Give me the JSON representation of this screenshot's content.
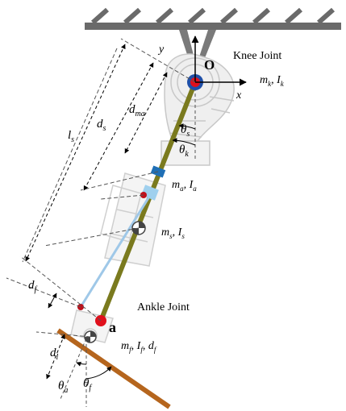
{
  "labels": {
    "origin": "O",
    "knee_joint": "Knee Joint",
    "ankle_joint": "Ankle Joint",
    "point_a": "a",
    "axis_x": "x",
    "axis_y": "y",
    "knee_mass": "m",
    "knee_mass_sub": "k",
    "knee_inertia": "I",
    "knee_inertia_sub": "k",
    "actuator_mass": "m",
    "actuator_mass_sub": "a",
    "actuator_inertia": "I",
    "actuator_inertia_sub": "a",
    "shank_mass": "m",
    "shank_mass_sub": "s",
    "shank_inertia": "I",
    "shank_inertia_sub": "s",
    "foot_mass": "m",
    "foot_mass_sub": "f",
    "foot_inertia": "I",
    "foot_inertia_sub": "f",
    "foot_d": "d",
    "foot_d_sub": "f",
    "sep": ", ",
    "dim_ls": "l",
    "dim_ls_sub": "s",
    "dim_ds": "d",
    "dim_ds_sub": "s",
    "dim_dma": "d",
    "dim_dma_sub": "ma",
    "dim_df": "d",
    "dim_df_sub": "f",
    "dim_dl": "d",
    "dim_dl_sub": "l",
    "theta": "θ",
    "theta_s_sub": "s",
    "theta_k_sub": "k",
    "theta_a_sub": "a",
    "theta_f_sub": "f"
  },
  "colors": {
    "shank_rod": "#7a7a1e",
    "foot_plate": "#b5651d",
    "actuator": "#1f6fb5",
    "actuator_light": "#9fd0ee",
    "joint_red": "#e0101c",
    "joint_blue": "#1f4fa8",
    "ceiling": "#666666",
    "leg_cable": "#9fc8e8"
  }
}
